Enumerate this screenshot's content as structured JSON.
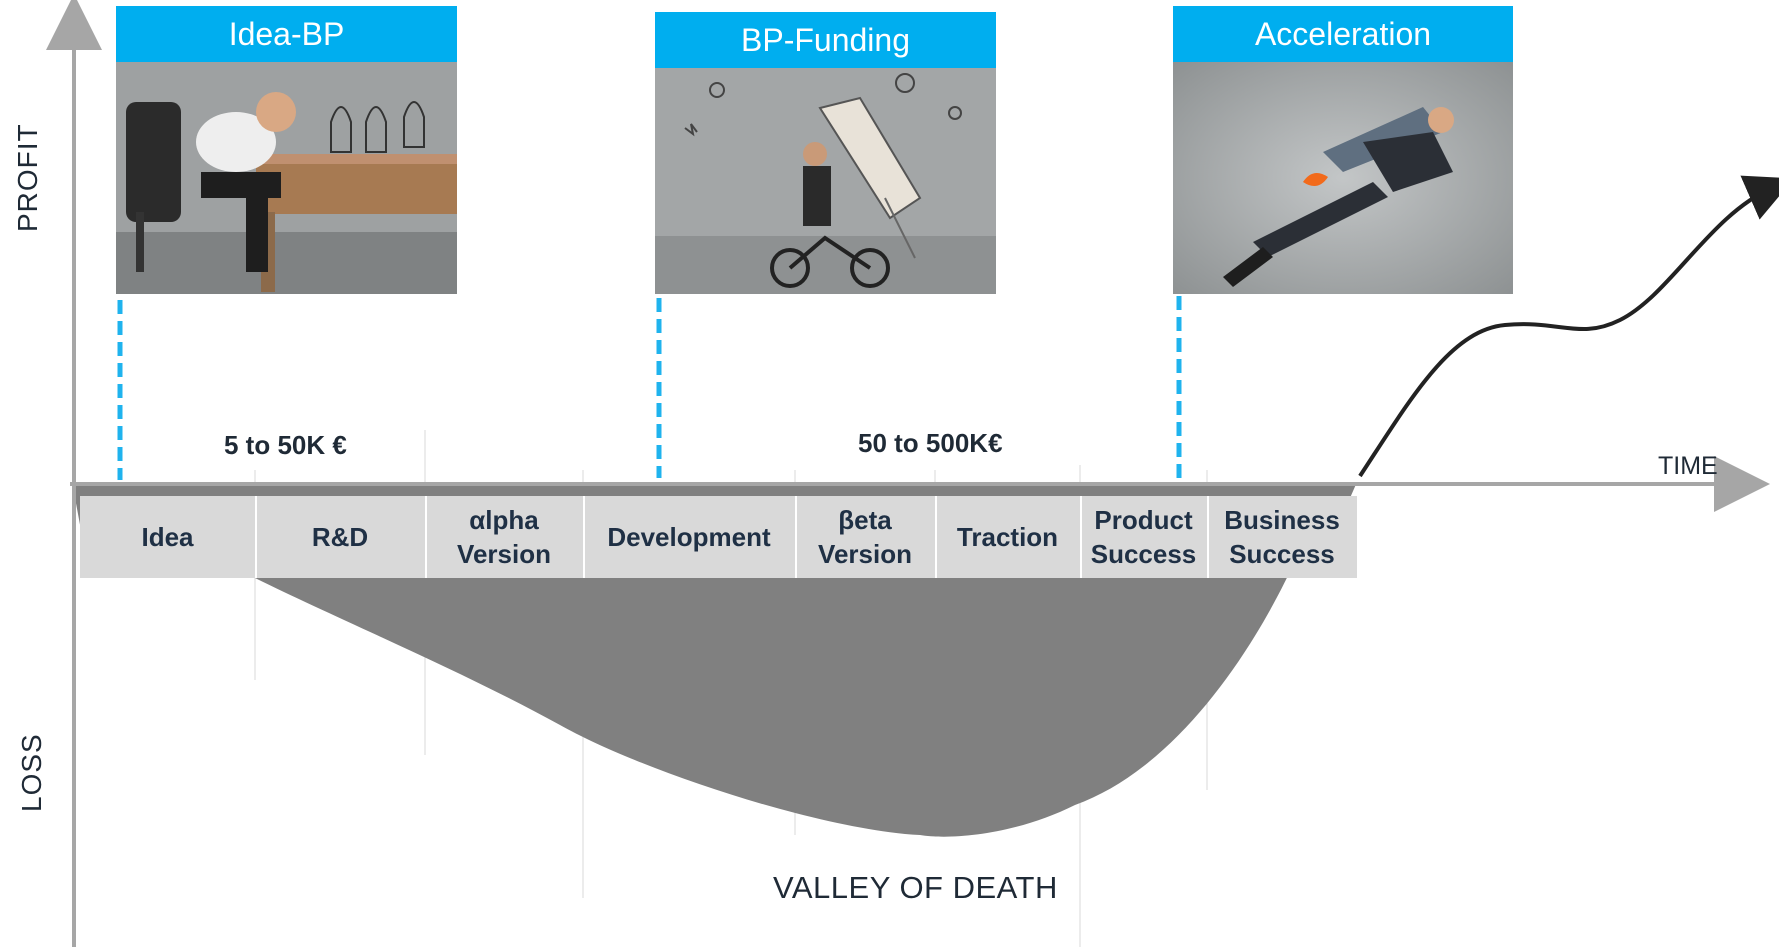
{
  "axes": {
    "y_top_label": "PROFIT",
    "y_bottom_label": "LOSS",
    "x_label": "TIME"
  },
  "stages": [
    {
      "title": "Idea-BP",
      "icon": "man-at-desk-photo"
    },
    {
      "title": "BP-Funding",
      "icon": "man-on-bicycle-with-rocket-photo"
    },
    {
      "title": "Acceleration",
      "icon": "man-flying-with-rocket-photo"
    }
  ],
  "funding": {
    "early": "5 to 50K €",
    "later": "50 to 500K€"
  },
  "phases": [
    {
      "line1": "Idea",
      "line2": ""
    },
    {
      "line1": "R&D",
      "line2": ""
    },
    {
      "line1": "αlpha",
      "line2": "Version"
    },
    {
      "line1": "Development",
      "line2": ""
    },
    {
      "line1": "βeta",
      "line2": "Version"
    },
    {
      "line1": "Traction",
      "line2": ""
    },
    {
      "line1": "Product",
      "line2": "Success"
    },
    {
      "line1": "Business",
      "line2": "Success"
    }
  ],
  "valley_label": "VALLEY OF DEATH",
  "colors": {
    "header_blue": "#00aeef",
    "valley_gray": "#808080",
    "phase_bar": "#d9d9d9",
    "dashed_blue": "#1fb3ee",
    "axis_gray": "#a6a6a6"
  }
}
